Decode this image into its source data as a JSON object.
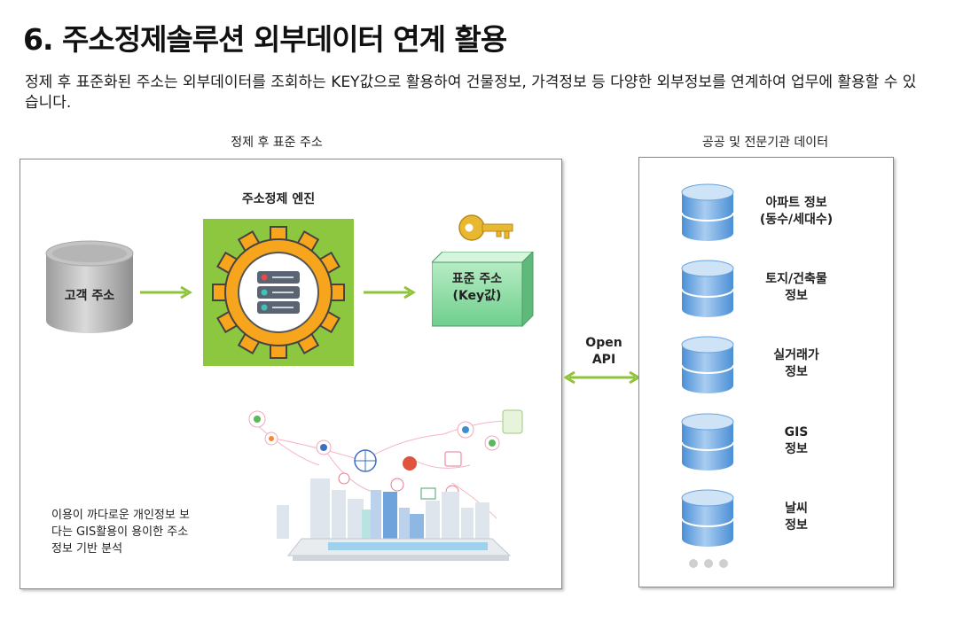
{
  "title": "6. 주소정제솔루션 외부데이터 연계 활용",
  "description": "정제 후 표준화된 주소는 외부데이터를 조회하는 KEY값으로 활용하여 건물정보, 가격정보 등 다양한 외부정보를 연계하여 업무에 활용할 수 있습니다.",
  "left_caption": "정제 후 표준 주소",
  "right_caption": "공공 및 전문기관 데이터",
  "customer_address": "고객 주소",
  "engine_label": "주소정제 엔진",
  "standard_address": {
    "line1": "표준 주소",
    "line2": "(Key값)"
  },
  "open_api": {
    "line1": "Open",
    "line2": "API"
  },
  "note": {
    "line1": "이용이 까다로운 개인정보 보",
    "line2": "다는 GIS활용이 용이한 주소",
    "line3": "정보 기반 분석"
  },
  "databases": [
    {
      "line1": "아파트 정보",
      "line2": "(동수/세대수)"
    },
    {
      "line1": "토지/건축물",
      "line2": "정보"
    },
    {
      "line1": "실거래가",
      "line2": "정보"
    },
    {
      "line1": "GIS",
      "line2": "정보"
    },
    {
      "line1": "날씨",
      "line2": "정보"
    }
  ],
  "colors": {
    "arrow_green": "#8fc33a",
    "engine_bg": "#8dc63f",
    "gear_orange": "#f7a51c",
    "std_box": "#9edfb0",
    "db_blue": "#5b9bd5",
    "key_gold": "#e8b830"
  }
}
